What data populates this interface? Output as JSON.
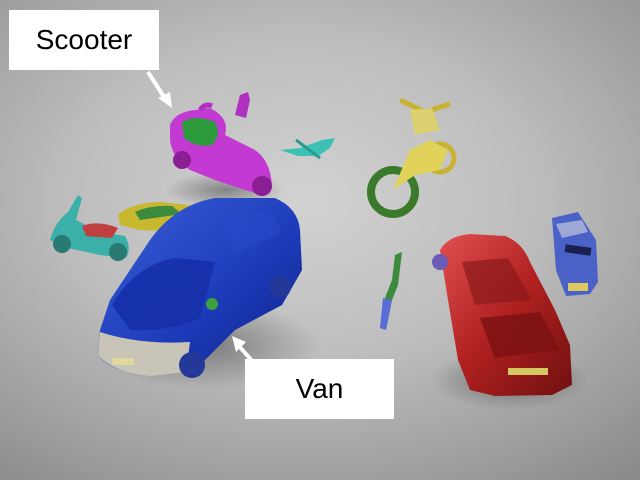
{
  "scene": {
    "callouts": [
      {
        "id": "scooter",
        "text": "Scooter"
      },
      {
        "id": "van",
        "text": "Van"
      }
    ]
  }
}
